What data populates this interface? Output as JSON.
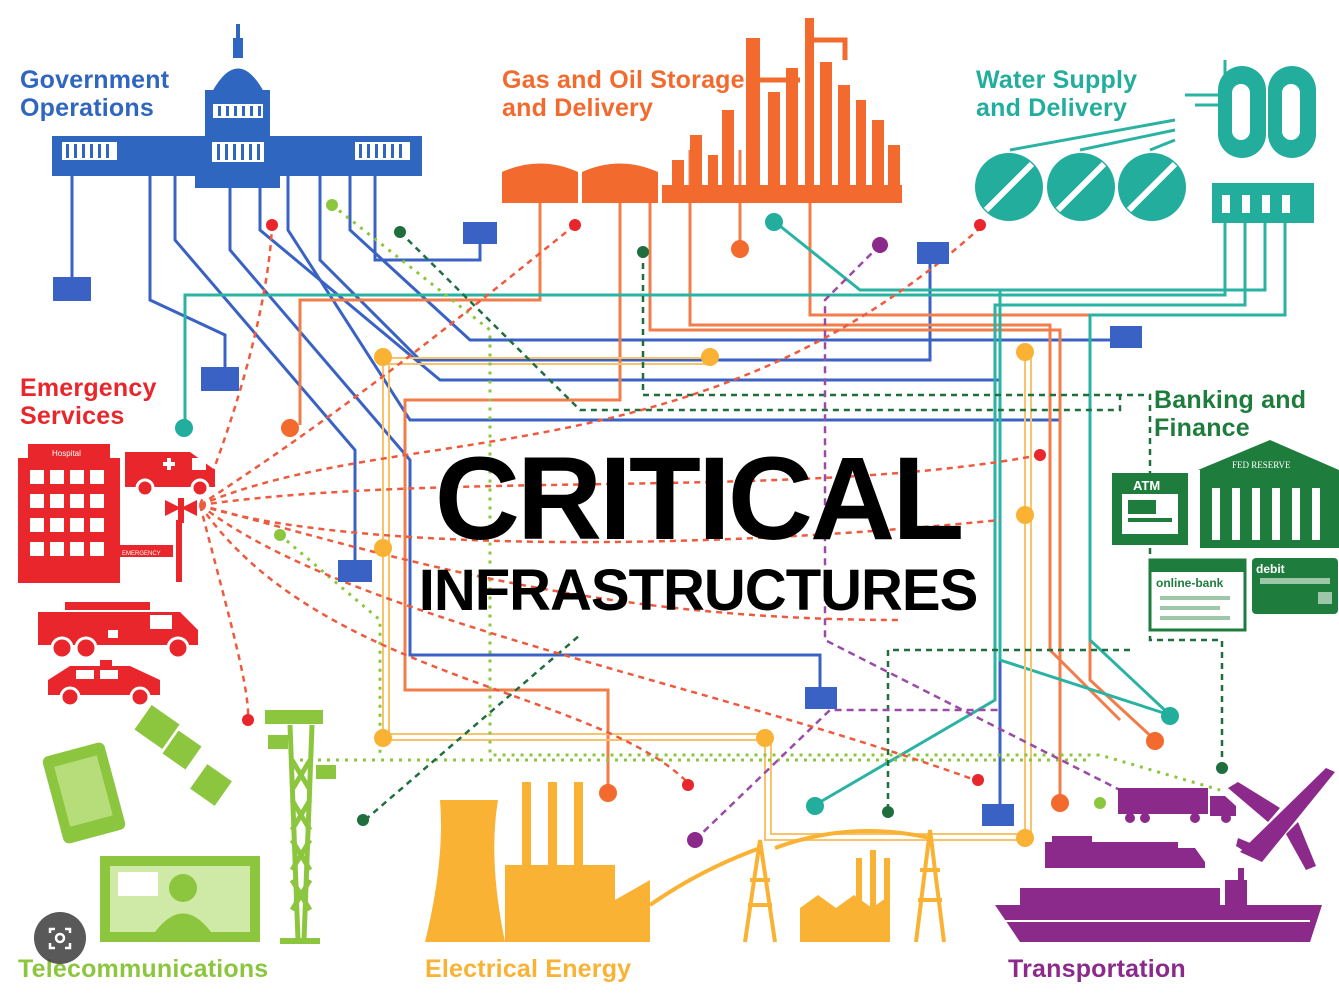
{
  "title": {
    "line1": "CRITICAL",
    "line2": "INFRASTRUCTURES"
  },
  "sectors": {
    "government": {
      "line1": "Government",
      "line2": "Operations",
      "color": "#2f66bf"
    },
    "gas_oil": {
      "line1": "Gas and Oil Storage",
      "line2": "and Delivery",
      "color": "#f26a2e"
    },
    "water": {
      "line1": "Water Supply",
      "line2": "and Delivery",
      "color": "#22ad9d"
    },
    "emergency": {
      "line1": "Emergency",
      "line2": "Services",
      "color": "#e8262b"
    },
    "banking": {
      "line1": "Banking and",
      "line2": "Finance",
      "color": "#1e7d3c"
    },
    "telecom": {
      "line1": "Telecommunications",
      "color": "#8cc63f"
    },
    "electrical": {
      "line1": "Electrical Energy",
      "color": "#f9b233"
    },
    "transportation": {
      "line1": "Transportation",
      "color": "#8b2a8b"
    }
  },
  "icon_text": {
    "hospital": "Hospital",
    "emergency_sign": "EMERGENCY",
    "atm": "ATM",
    "fed_reserve": "FED RESERVE",
    "online_bank": "online-bank",
    "debit": "debit"
  },
  "icons": [
    "capitol-icon",
    "storage-tanks-icon",
    "refinery-icon",
    "water-tanks-icon",
    "water-pumps-icon",
    "hospital-icon",
    "ambulance-icon",
    "siren-icon",
    "fire-truck-icon",
    "police-car-icon",
    "satellite-icon",
    "tablet-icon",
    "cell-tower-icon",
    "video-screen-icon",
    "power-plant-icon",
    "factory-icon",
    "transmission-tower-icon",
    "atm-icon",
    "bank-building-icon",
    "online-bank-icon",
    "debit-card-icon",
    "truck-icon",
    "airplane-icon",
    "train-icon",
    "cargo-ship-icon",
    "lens-icon"
  ]
}
